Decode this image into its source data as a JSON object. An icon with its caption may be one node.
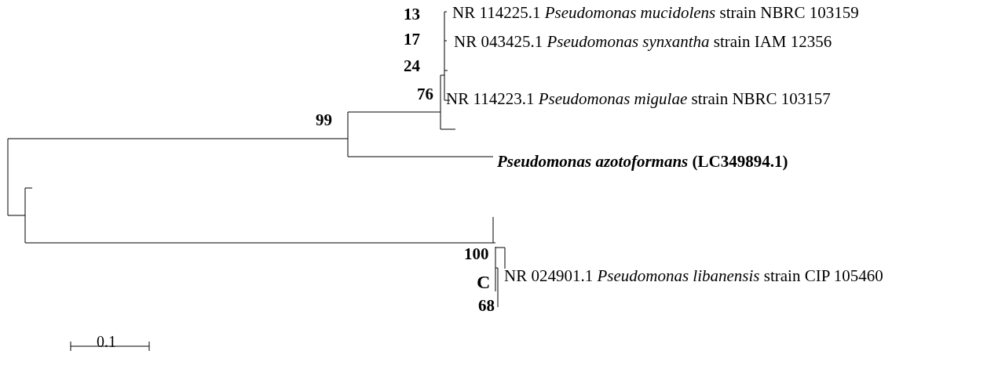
{
  "diagram": {
    "labels": [
      "13",
      "NR 114225.1 *Pseudomonas mucidolens* strain NBRC 103159",
      "17",
      "NR 043425.1 *Pseudomonas synxantha* strain IAM 12356",
      "24",
      "76",
      "NR 114223.1 *Pseudomonas migulae* strain NBRC 103157",
      "99",
      "*Pseudomonas azotoformans* (LC349894.1)",
      "100",
      "NR 024901.1 *Pseudomonas libanensis* strain CIP 105460",
      "C",
      "68",
      "0.1"
    ]
  }
}
